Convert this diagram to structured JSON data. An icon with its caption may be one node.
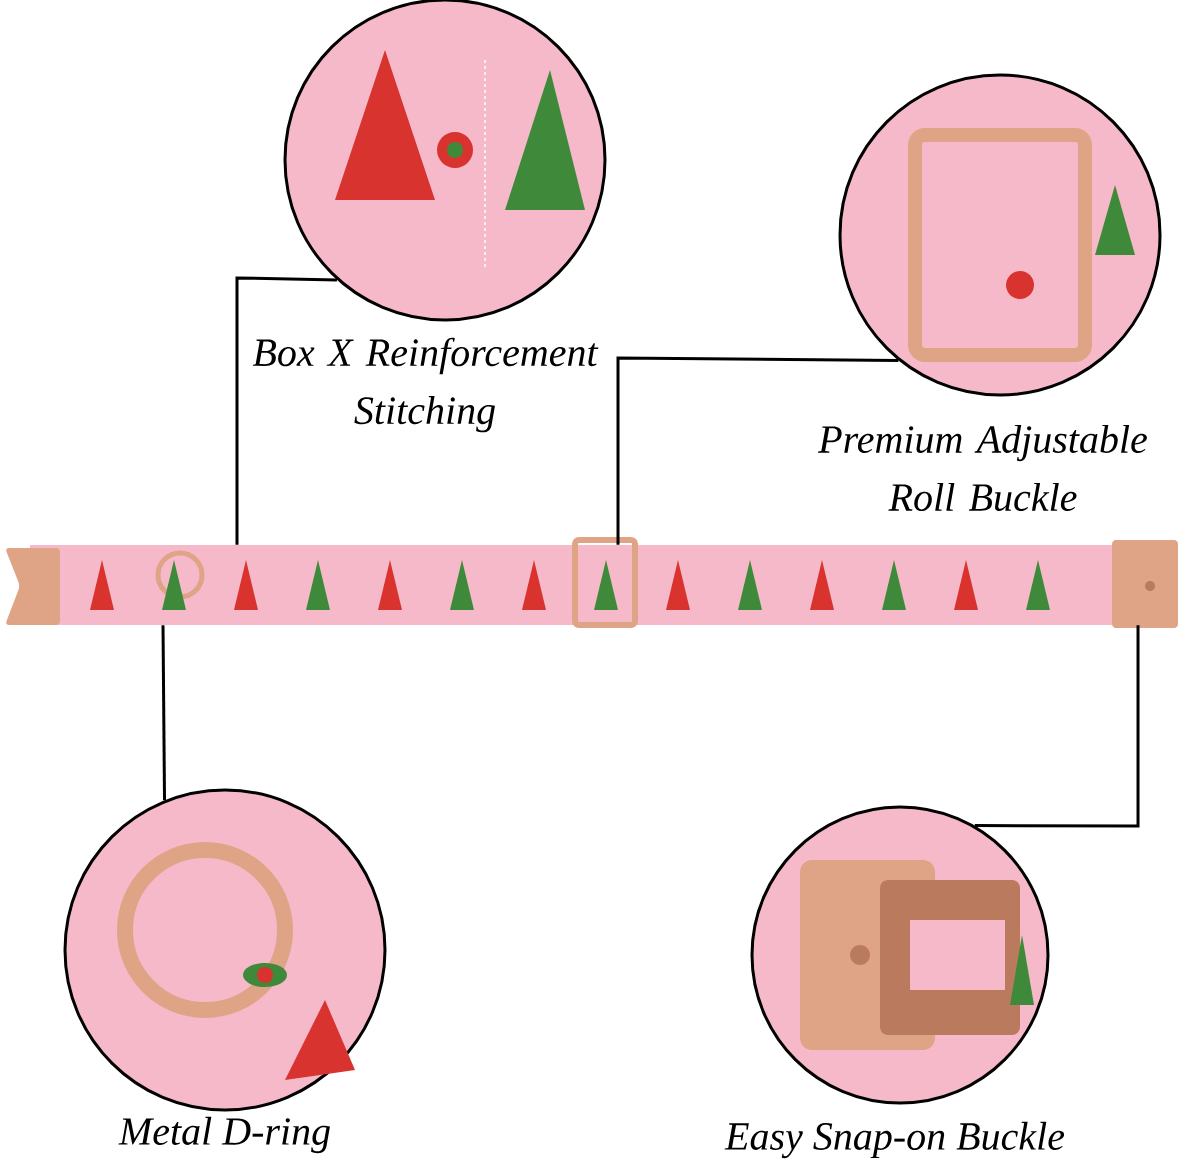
{
  "diagram": {
    "nodes": [
      {
        "text": [
          "Box X Reinforcement Stitching"
        ]
      },
      {
        "text": [
          "Premium Adjustable Roll Buckle"
        ]
      },
      {
        "text": [],
        "shape": "picture"
      },
      {
        "text": [
          "Metal D-ring"
        ]
      },
      {
        "text": [
          "Easy Snap-on Buckle"
        ]
      }
    ],
    "edges": [
      {
        "from": 2,
        "to": 0,
        "arrow": "none"
      },
      {
        "from": 2,
        "to": 1,
        "arrow": "none"
      },
      {
        "from": 2,
        "to": 3,
        "arrow": "none"
      },
      {
        "from": 2,
        "to": 4,
        "arrow": "none"
      }
    ]
  }
}
